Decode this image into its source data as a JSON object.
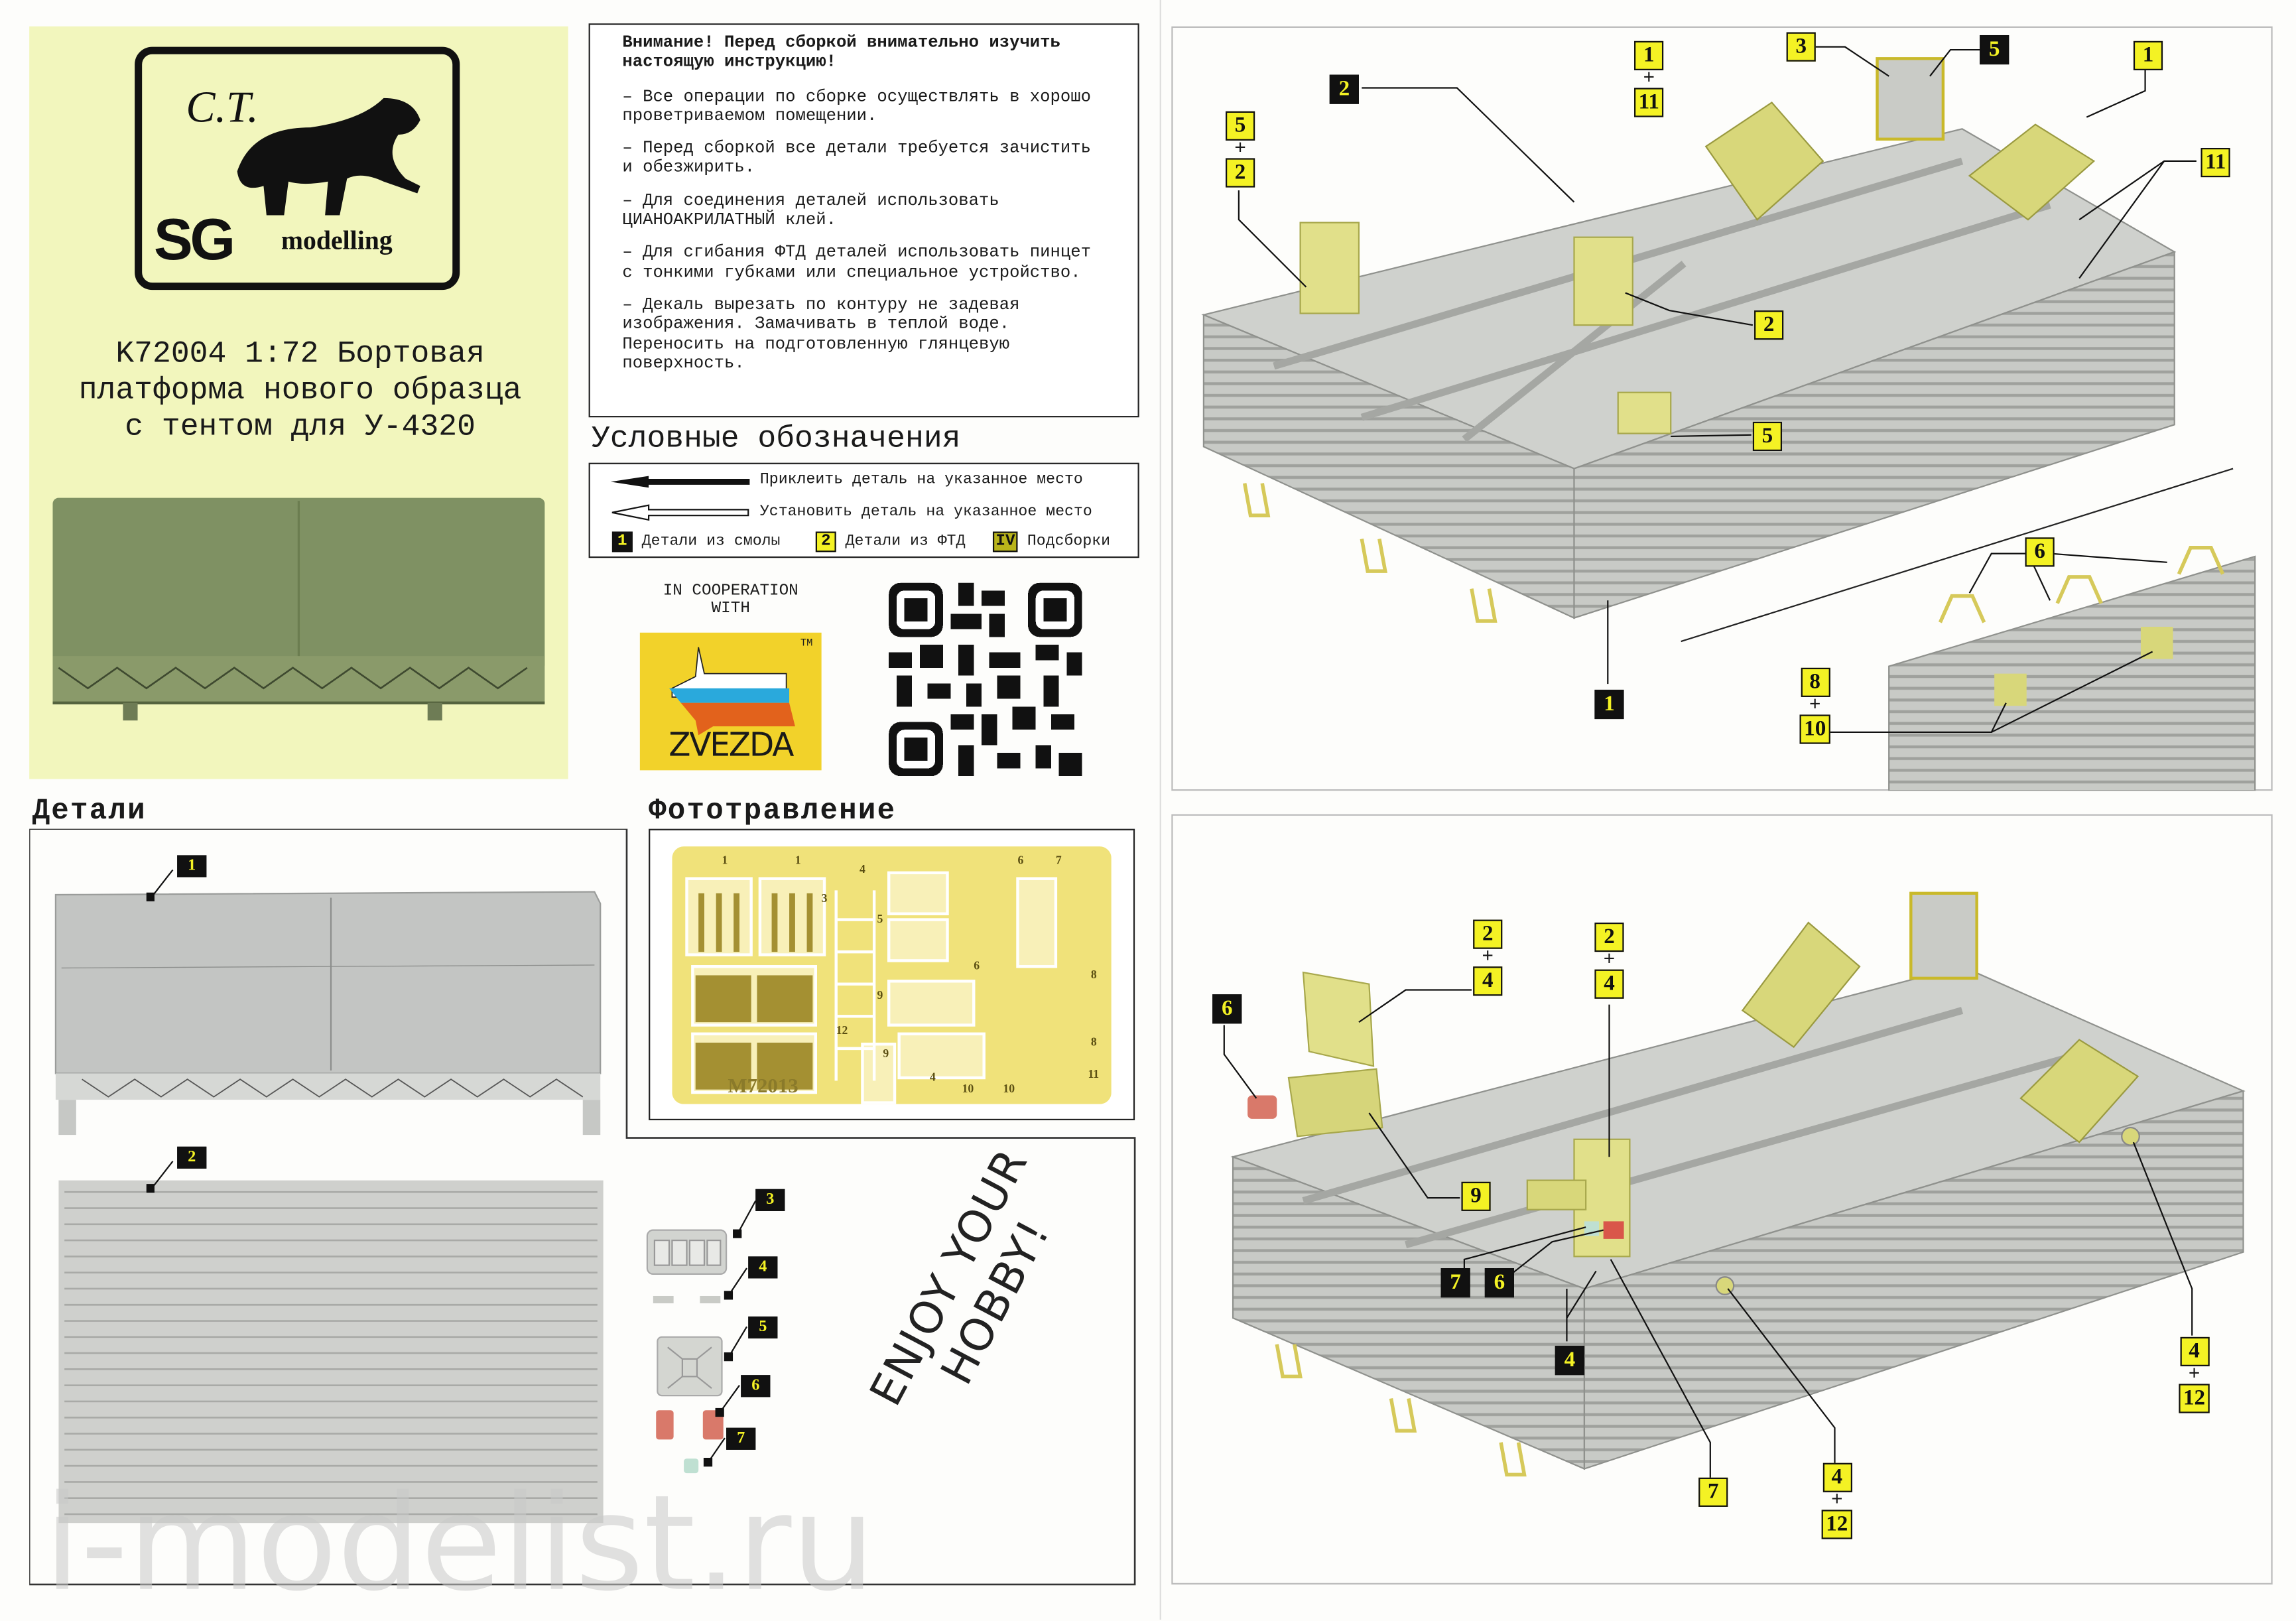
{
  "header": {
    "logo_monogram": "C.T.",
    "logo_brand": "SG",
    "logo_sub": "modelling",
    "title_lines": [
      "K72004 1:72 Бортовая",
      "платформа нового образца",
      "с тентом для У-4320"
    ]
  },
  "instructions": {
    "heading": "Внимание! Перед сборкой внимательно изучить настоящую инструкцию!",
    "items": [
      "– Все операции по сборке осуществлять в хорошо проветриваемом помещении.",
      "– Перед сборкой все детали требуется зачистить и обезжирить.",
      "– Для соединения деталей использовать ЦИАНОАКРИЛАТНЫЙ клей.",
      "– Для сгибания ФТД деталей использовать пинцет с тонкими губками или специальное устройство.",
      "– Декаль вырезать по контуру не задевая изображения. Замачивать в теплой воде. Переносить на подготовленную глянцевую поверхность."
    ]
  },
  "legend": {
    "title": "Условные обозначения",
    "glue": "Приклеить деталь на указанное место",
    "install": "Установить деталь на указанное место",
    "resin_key": "1",
    "resin": "Детали из смолы",
    "pe_key": "2",
    "pe": "Детали из ФТД",
    "sub_key": "IV",
    "sub": "Подсборки"
  },
  "cooperation": {
    "text_1": "IN COOPERATION",
    "text_2": "WITH",
    "brand": "ZVEZDA",
    "tm": "TM"
  },
  "parts": {
    "title": "Детали",
    "callouts": [
      "1",
      "2",
      "3",
      "4",
      "5",
      "6",
      "7"
    ]
  },
  "photoetch": {
    "title": "Фототравление",
    "code": "M72013",
    "labels": [
      "1",
      "1",
      "3",
      "4",
      "5",
      "6",
      "7",
      "6",
      "8",
      "9",
      "9",
      "8",
      "12",
      "4",
      "10",
      "10",
      "11"
    ]
  },
  "enjoy": {
    "line1": "ENJOY YOUR",
    "line2": "HOBBY!"
  },
  "watermark": "i-modelist.ru",
  "step1": {
    "c_1_11": [
      "1",
      "11"
    ],
    "c_3": "3",
    "c_5r": "5",
    "c_1a": "1",
    "c_2r": "2",
    "c_5_2": [
      "5",
      "2"
    ],
    "c_11": "11",
    "c_2": "2",
    "c_5": "5",
    "c_6": "6",
    "c_8_10": [
      "8",
      "10"
    ],
    "c_1r": "1"
  },
  "step2": {
    "c_2_4a": [
      "2",
      "4"
    ],
    "c_2_4b": [
      "2",
      "4"
    ],
    "c_6r": "6",
    "c_9": "9",
    "c_7r": "7",
    "c_6r2": "6",
    "c_4r": "4",
    "c_7": "7",
    "c_4_12a": [
      "4",
      "12"
    ],
    "c_4_12b": [
      "4",
      "12"
    ]
  },
  "plus": "+",
  "colors": {
    "resin_bg": "#111111",
    "key_yellow": "#f4f224",
    "panel": "#f2f6bd",
    "part_grey": "#c9cbc6",
    "pe_part": "#d8d77a",
    "tarp_green": "#7f9163"
  }
}
